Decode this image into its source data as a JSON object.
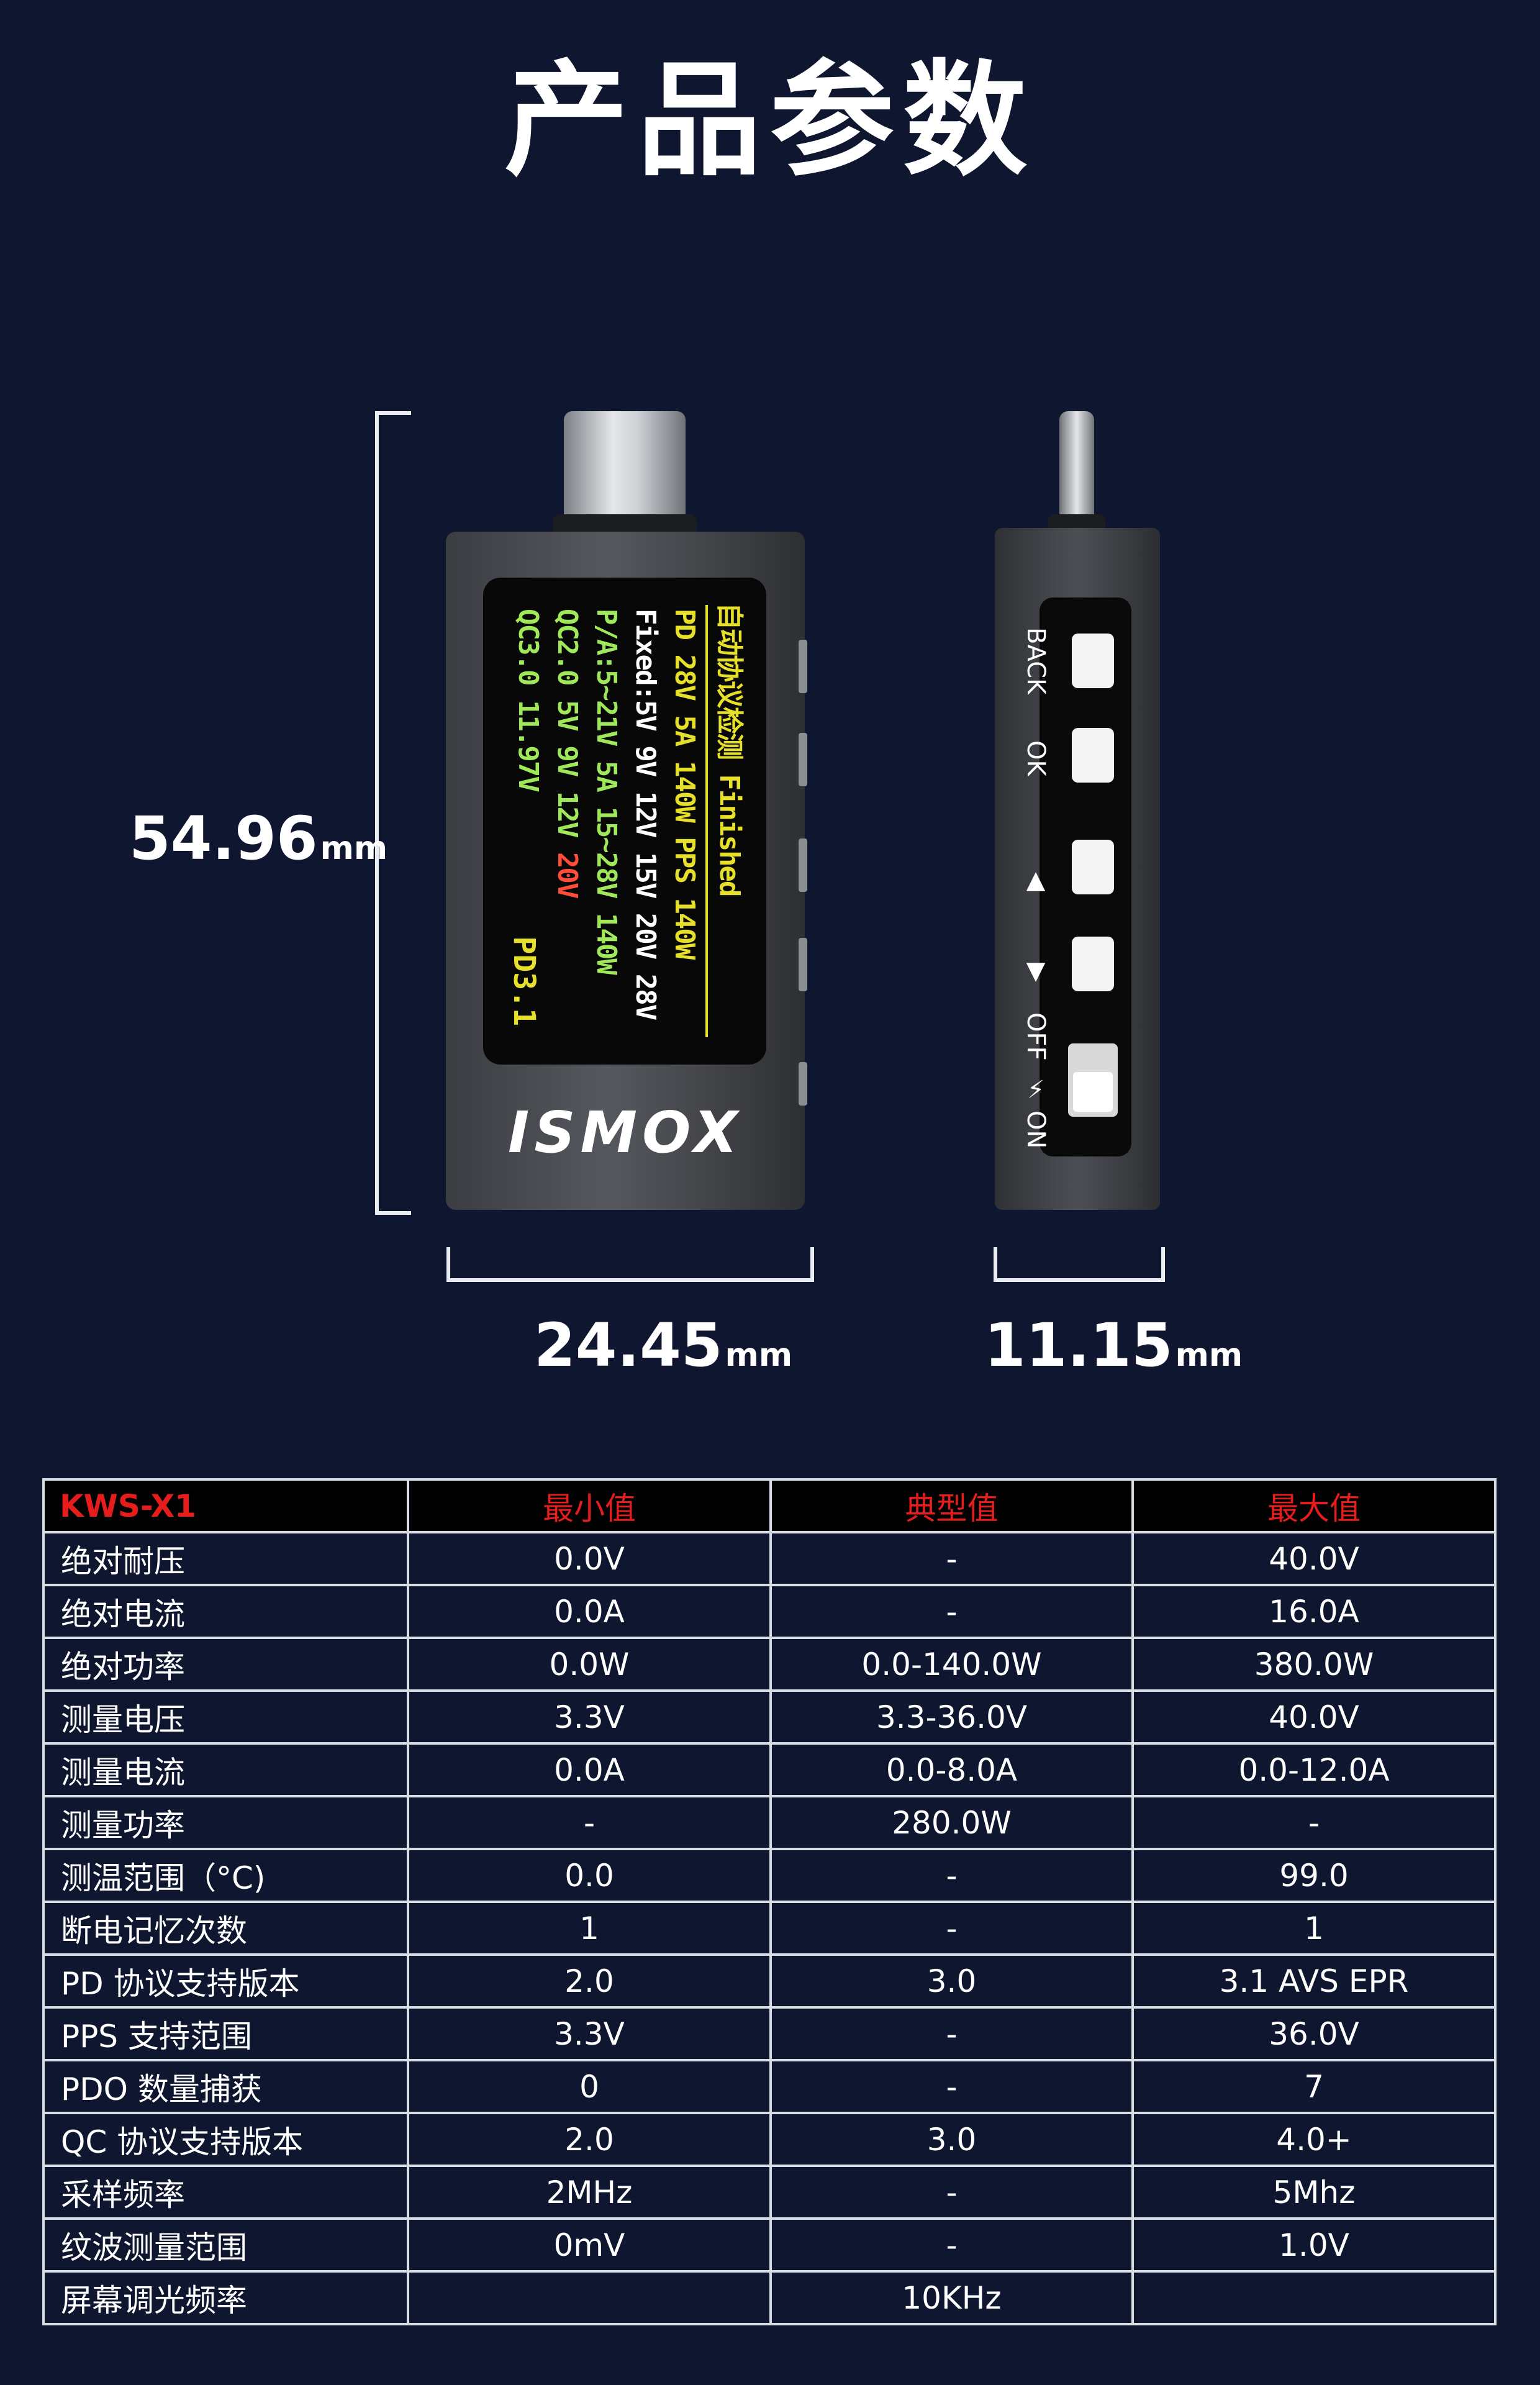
{
  "page_title": "产品参数",
  "dimensions": {
    "height": {
      "value": "54.96",
      "unit": "mm"
    },
    "width": {
      "value": "24.45",
      "unit": "mm"
    },
    "depth": {
      "value": "11.15",
      "unit": "mm"
    }
  },
  "device": {
    "brand": "ISMOX",
    "screen": {
      "title": "自动协议检测  Finished",
      "line1": "PD 28V 5A 140W  PPS 140W",
      "line2": "Fixed:5V 9V 12V 15V 20V 28V",
      "line3": "P/A:5~21V 5A 15~28V 140W",
      "line4_main": "QC2.0  5V  9V  12V ",
      "line4_red": "20V",
      "line5": "QC3.0  11.97V",
      "badge": "PD3.1"
    },
    "side_labels": {
      "back": "BACK",
      "ok": "OK",
      "up": "▲",
      "down": "▼",
      "off": "OFF",
      "bolt": "⚡",
      "on": "ON"
    }
  },
  "spec_table": {
    "headers": [
      "KWS-X1",
      "最小值",
      "典型值",
      "最大值"
    ],
    "rows": [
      [
        "绝对耐压",
        "0.0V",
        "-",
        "40.0V"
      ],
      [
        "绝对电流",
        "0.0A",
        "-",
        "16.0A"
      ],
      [
        "绝对功率",
        "0.0W",
        "0.0-140.0W",
        "380.0W"
      ],
      [
        "测量电压",
        "3.3V",
        "3.3-36.0V",
        "40.0V"
      ],
      [
        "测量电流",
        "0.0A",
        "0.0-8.0A",
        "0.0-12.0A"
      ],
      [
        "测量功率",
        "-",
        "280.0W",
        "-"
      ],
      [
        "测温范围（°C)",
        "0.0",
        "-",
        "99.0"
      ],
      [
        "断电记忆次数",
        "1",
        "-",
        "1"
      ],
      [
        "PD 协议支持版本",
        "2.0",
        "3.0",
        "3.1 AVS EPR"
      ],
      [
        "PPS 支持范围",
        "3.3V",
        "-",
        "36.0V"
      ],
      [
        "PDO 数量捕获",
        "0",
        "-",
        "7"
      ],
      [
        "QC 协议支持版本",
        "2.0",
        "3.0",
        "4.0+"
      ],
      [
        "采样频率",
        "2MHz",
        "-",
        "5Mhz"
      ],
      [
        "纹波测量范围",
        "0mV",
        "-",
        "1.0V"
      ],
      [
        "屏幕调光频率",
        "",
        "10KHz",
        ""
      ]
    ]
  }
}
